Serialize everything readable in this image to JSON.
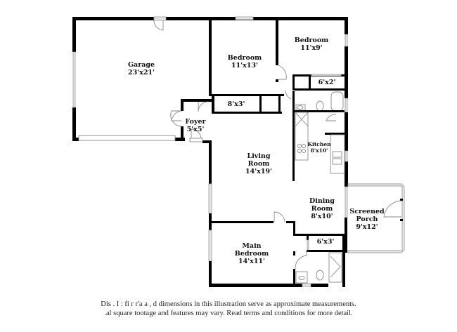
{
  "rooms": [
    {
      "id": "garage",
      "name": "Garage",
      "dims": "23'x21'"
    },
    {
      "id": "bedroom-2",
      "name": "Bedroom",
      "dims": "11'x13'"
    },
    {
      "id": "bedroom-3",
      "name": "Bedroom",
      "dims": "11'x9'"
    },
    {
      "id": "closet-6x2",
      "name": "",
      "dims": "6'x2'"
    },
    {
      "id": "closet-8x3",
      "name": "",
      "dims": "8'x3'"
    },
    {
      "id": "foyer",
      "name": "Foyer",
      "dims": "5'x5'"
    },
    {
      "id": "kitchen",
      "name": "Kitchen",
      "dims": "8'x10'"
    },
    {
      "id": "living-room",
      "name_line1": "Living",
      "name_line2": "Room",
      "dims": "14'x19'"
    },
    {
      "id": "dining-room",
      "name_line1": "Dining",
      "name_line2": "Room",
      "dims": "8'x10'"
    },
    {
      "id": "screened-porch",
      "name_line1": "Screened",
      "name_line2": "Porch",
      "dims": "9'x12'"
    },
    {
      "id": "closet-6x3",
      "name": "",
      "dims": "6'x3'"
    },
    {
      "id": "main-bedroom",
      "name_line1": "Main",
      "name_line2": "Bedroom",
      "dims": "14'x11'"
    }
  ],
  "disclaimer": {
    "line1": "Dis    .    I  : fi   r r'a  a   ,  d dimensions in this illustration serve as approximate measurements.",
    "line2": ".al square tootage and features may vary. Read terms and conditions for more detail."
  },
  "colors": {
    "wall": "#000000",
    "fixture": "#8a8a8a",
    "window": "#e6e6e6"
  }
}
